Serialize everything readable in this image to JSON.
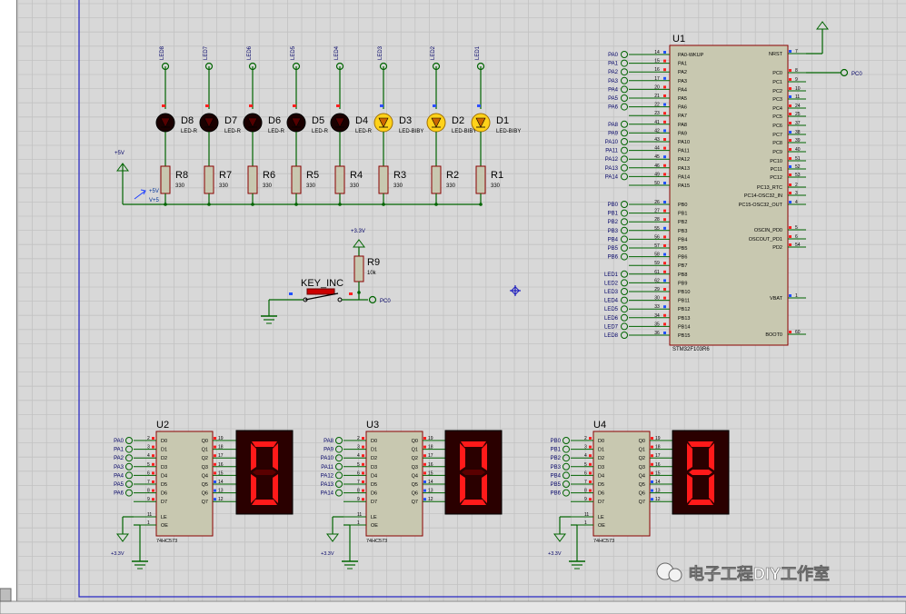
{
  "watermark": "电子工程DIY工作室",
  "power": {
    "v5": "+5V",
    "v5net": "+5V",
    "vcc5": "V+5",
    "v33": "+3.3V"
  },
  "leds": [
    {
      "ref": "D8",
      "net": "LED8",
      "value": "LED-R"
    },
    {
      "ref": "D7",
      "net": "LED7",
      "value": "LED-R"
    },
    {
      "ref": "D6",
      "net": "LED6",
      "value": "LED-R"
    },
    {
      "ref": "D5",
      "net": "LED5",
      "value": "LED-R"
    },
    {
      "ref": "D4",
      "net": "LED4",
      "value": "LED-R"
    },
    {
      "ref": "D3",
      "net": "LED3",
      "value": "LED-BIBY"
    },
    {
      "ref": "D2",
      "net": "LED2",
      "value": "LED-BIBY"
    },
    {
      "ref": "D1",
      "net": "LED1",
      "value": "LED-BIBY"
    }
  ],
  "resistors": [
    {
      "ref": "R8",
      "value": "330"
    },
    {
      "ref": "R7",
      "value": "330"
    },
    {
      "ref": "R6",
      "value": "330"
    },
    {
      "ref": "R5",
      "value": "330"
    },
    {
      "ref": "R4",
      "value": "330"
    },
    {
      "ref": "R3",
      "value": "330"
    },
    {
      "ref": "R2",
      "value": "330"
    },
    {
      "ref": "R1",
      "value": "330"
    }
  ],
  "key": {
    "ref": "KEY_INC",
    "res": "R9",
    "resval": "10k",
    "net": "PC0"
  },
  "mcu": {
    "ref": "U1",
    "part": "STM32F103R6",
    "left_a": [
      {
        "net": "PA0",
        "pin": "14",
        "name": "PA0-WKUP"
      },
      {
        "net": "PA1",
        "pin": "15",
        "name": "PA1"
      },
      {
        "net": "PA2",
        "pin": "16",
        "name": "PA2"
      },
      {
        "net": "PA3",
        "pin": "17",
        "name": "PA3"
      },
      {
        "net": "PA4",
        "pin": "20",
        "name": "PA4"
      },
      {
        "net": "PA5",
        "pin": "21",
        "name": "PA5"
      },
      {
        "net": "PA6",
        "pin": "22",
        "name": "PA6"
      },
      {
        "net": "",
        "pin": "23",
        "name": "PA7"
      },
      {
        "net": "PA8",
        "pin": "41",
        "name": "PA8"
      },
      {
        "net": "PA9",
        "pin": "42",
        "name": "PA9"
      },
      {
        "net": "PA10",
        "pin": "43",
        "name": "PA10"
      },
      {
        "net": "PA11",
        "pin": "44",
        "name": "PA11"
      },
      {
        "net": "PA12",
        "pin": "45",
        "name": "PA12"
      },
      {
        "net": "PA13",
        "pin": "46",
        "name": "PA13"
      },
      {
        "net": "PA14",
        "pin": "49",
        "name": "PA14"
      },
      {
        "net": "",
        "pin": "50",
        "name": "PA15"
      }
    ],
    "left_b": [
      {
        "net": "PB0",
        "pin": "26",
        "name": "PB0"
      },
      {
        "net": "PB1",
        "pin": "27",
        "name": "PB1"
      },
      {
        "net": "PB2",
        "pin": "28",
        "name": "PB2"
      },
      {
        "net": "PB3",
        "pin": "55",
        "name": "PB3"
      },
      {
        "net": "PB4",
        "pin": "56",
        "name": "PB4"
      },
      {
        "net": "PB5",
        "pin": "57",
        "name": "PB5"
      },
      {
        "net": "PB6",
        "pin": "58",
        "name": "PB6"
      },
      {
        "net": "",
        "pin": "59",
        "name": "PB7"
      },
      {
        "net": "LED1",
        "pin": "61",
        "name": "PB8"
      },
      {
        "net": "LED2",
        "pin": "62",
        "name": "PB9"
      },
      {
        "net": "LED3",
        "pin": "29",
        "name": "PB10"
      },
      {
        "net": "LED4",
        "pin": "30",
        "name": "PB11"
      },
      {
        "net": "LED5",
        "pin": "33",
        "name": "PB12"
      },
      {
        "net": "LED6",
        "pin": "34",
        "name": "PB13"
      },
      {
        "net": "LED7",
        "pin": "35",
        "name": "PB14"
      },
      {
        "net": "LED8",
        "pin": "36",
        "name": "PB15"
      }
    ],
    "right": [
      {
        "name": "NRST",
        "pin": "7"
      },
      {
        "name": "PC0",
        "pin": "8"
      },
      {
        "name": "PC1",
        "pin": "9"
      },
      {
        "name": "PC2",
        "pin": "10"
      },
      {
        "name": "PC3",
        "pin": "11"
      },
      {
        "name": "PC4",
        "pin": "24"
      },
      {
        "name": "PC5",
        "pin": "25"
      },
      {
        "name": "PC6",
        "pin": "37"
      },
      {
        "name": "PC7",
        "pin": "38"
      },
      {
        "name": "PC8",
        "pin": "39"
      },
      {
        "name": "PC9",
        "pin": "40"
      },
      {
        "name": "PC10",
        "pin": "51"
      },
      {
        "name": "PC11",
        "pin": "52"
      },
      {
        "name": "PC12",
        "pin": "53"
      },
      {
        "name": "PC13_RTC",
        "pin": "2"
      },
      {
        "name": "PC14-OSC32_IN",
        "pin": "3"
      },
      {
        "name": "PC15-OSC32_OUT",
        "pin": "4"
      },
      {
        "name": "OSCIN_PD0",
        "pin": "5"
      },
      {
        "name": "OSCOUT_PD1",
        "pin": "6"
      },
      {
        "name": "PD2",
        "pin": "54"
      },
      {
        "name": "VBAT",
        "pin": "1"
      },
      {
        "name": "BOOT0",
        "pin": "60"
      }
    ],
    "pc0_net": "PC0"
  },
  "latches": [
    {
      "ref": "U2",
      "part": "74HC573",
      "nets": [
        "PA0",
        "PA1",
        "PA2",
        "PA3",
        "PA4",
        "PA5",
        "PA6",
        ""
      ],
      "digit": "0",
      "supply": "+3.3V"
    },
    {
      "ref": "U3",
      "part": "74HC573",
      "nets": [
        "PA8",
        "PA9",
        "PA10",
        "PA11",
        "PA12",
        "PA13",
        "PA14",
        ""
      ],
      "digit": "0",
      "supply": "+3.3V"
    },
    {
      "ref": "U4",
      "part": "74HC573",
      "nets": [
        "PB0",
        "PB1",
        "PB2",
        "PB3",
        "PB4",
        "PB5",
        "PB6",
        ""
      ],
      "digit": "8",
      "supply": "+3.3V"
    }
  ],
  "latch_pins": {
    "din": [
      "2",
      "3",
      "4",
      "5",
      "6",
      "7",
      "8",
      "9"
    ],
    "dname": [
      "D0",
      "D1",
      "D2",
      "D3",
      "D4",
      "D5",
      "D6",
      "D7"
    ],
    "qname": [
      "Q0",
      "Q1",
      "Q2",
      "Q3",
      "Q4",
      "Q5",
      "Q6",
      "Q7"
    ],
    "qpin": [
      "19",
      "18",
      "17",
      "16",
      "15",
      "14",
      "13",
      "12"
    ],
    "le": {
      "name": "LE",
      "pin": "11"
    },
    "oe": {
      "name": "OE",
      "pin": "1"
    }
  },
  "colors": {
    "grid": "#c2c2c2",
    "bg": "#d8d8d8",
    "wire": "#006400",
    "body": "#c8c8b0",
    "border": "#8a0000",
    "seg_on": "#ff1a1a",
    "seg_off": "#5a0000",
    "display": "#2a0000",
    "led_red": "#1a0000",
    "led_yellow": "#ffd21a",
    "text": "#000066",
    "frame": "#2020c0"
  }
}
